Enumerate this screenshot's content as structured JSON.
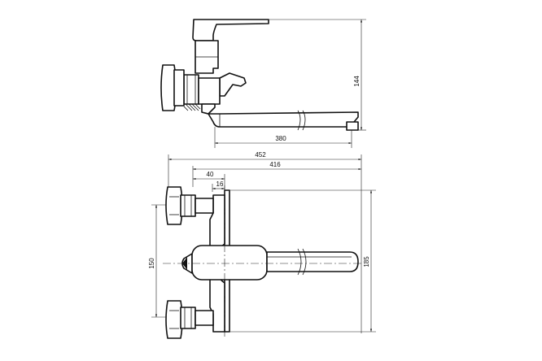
{
  "dimensions": {
    "height_144": "144",
    "spout_380": "380",
    "overall_452": "452",
    "width_416": "416",
    "offset_40": "40",
    "offset_16": "16",
    "centers_150": "150",
    "height_185": "185"
  },
  "colors": {
    "line": "#111111",
    "background": "#ffffff"
  }
}
